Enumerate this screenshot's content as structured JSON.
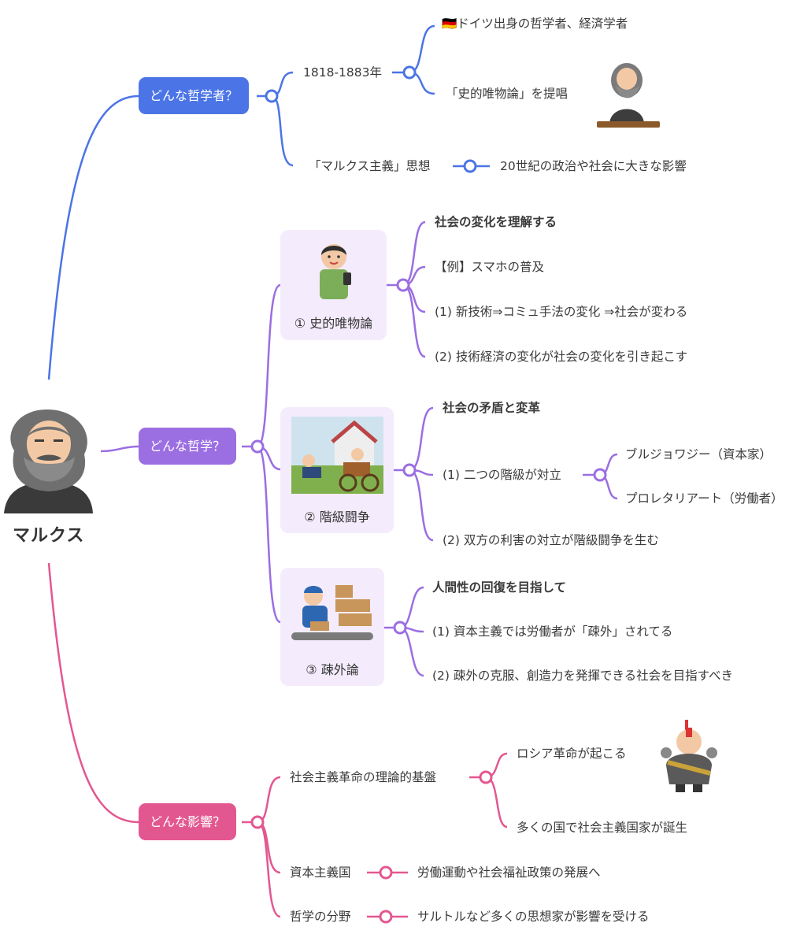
{
  "root": {
    "title": "マルクス",
    "portrait_icon": "marx-portrait"
  },
  "branches": {
    "philosopher": {
      "label": "どんな哲学者？",
      "color": "#4b74e6",
      "years": "1818-1883年",
      "origin": "🇩🇪ドイツ出身の哲学者、経済学者",
      "proposed": "「史的唯物論」を提唱",
      "ideology": "「マルクス主義」思想",
      "impact": "20世紀の政治や社会に大きな影響"
    },
    "philosophy": {
      "label": "どんな哲学？",
      "color": "#9b6ee2",
      "historical": {
        "caption": "① 史的唯物論",
        "heading": "社会の変化を理解する",
        "items": [
          "【例】スマホの普及",
          "(1) 新技術⇒コミュ手法の変化 ⇒社会が変わる",
          "(2) 技術経済の変化が社会の変化を引き起こす"
        ]
      },
      "class_struggle": {
        "caption": "② 階級闘争",
        "heading": "社会の矛盾と変革",
        "opposition": "(1) 二つの階級が対立",
        "classes": [
          "ブルジョワジー（資本家）",
          "プロレタリアート（労働者）"
        ],
        "conflict": "(2) 双方の利害の対立が階級闘争を生む"
      },
      "alienation": {
        "caption": "③ 疎外論",
        "heading": "人間性の回復を目指して",
        "items": [
          "(1) 資本主義では労働者が「疎外」されてる",
          "(2) 疎外の克服、創造力を発揮できる社会を目指すべき"
        ]
      }
    },
    "influence": {
      "label": "どんな影響？",
      "color": "#e35790",
      "revolution_basis": "社会主義革命の理論的基盤",
      "revolution_items": [
        "ロシア革命が起こる",
        "多くの国で社会主義国家が誕生"
      ],
      "capitalist_label": "資本主義国",
      "capitalist_effect": "労働運動や社会福祉政策の発展へ",
      "philosophy_label": "哲学の分野",
      "philosophy_effect": "サルトルなど多くの思想家が影響を受ける"
    }
  }
}
